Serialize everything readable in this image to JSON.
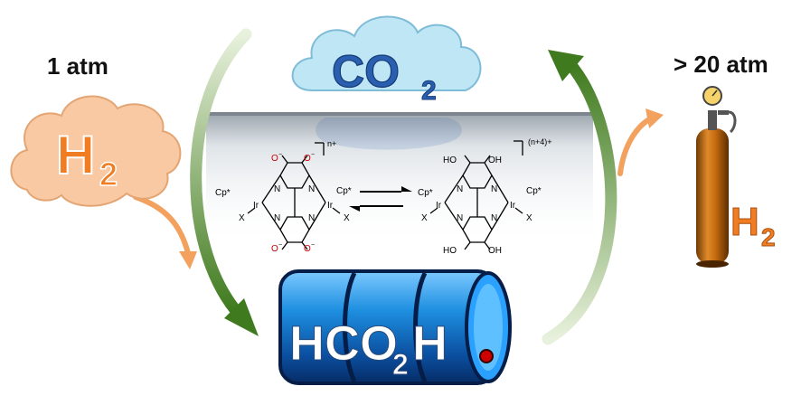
{
  "labels": {
    "low_pressure": "1 atm",
    "high_pressure": "> 20 atm"
  },
  "molecules": {
    "co2_main": "CO",
    "co2_sub": "2",
    "h2_left_main": "H",
    "h2_left_sub": "2",
    "h2_right_main": "H",
    "h2_right_sub": "2",
    "formic_a": "HCO",
    "formic_sub": "2",
    "formic_b": "H"
  },
  "complex_left": {
    "charge": "n+",
    "cp_left": "Cp*",
    "cp_right": "Cp*",
    "ir_left": "Ir",
    "ir_right": "Ir",
    "x_left": "X",
    "x_right": "X",
    "o_top_left": "O",
    "o_top_right": "O",
    "o_bot_left": "O",
    "o_bot_right": "O",
    "neg": "−",
    "n": "N"
  },
  "complex_right": {
    "charge": "(n+4)+",
    "cp_left": "Cp*",
    "cp_right": "Cp*",
    "ir_left": "Ir",
    "ir_right": "Ir",
    "x_left": "X",
    "x_right": "X",
    "oh_top_left": "HO",
    "oh_top_right": "OH",
    "oh_bot_left": "HO",
    "oh_bot_right": "OH",
    "n": "N"
  },
  "colors": {
    "cloud_blue": "#bfe6f5",
    "cloud_orange": "#f8c9a3",
    "co2_text": "#2a5fb0",
    "h2_text": "#f07d22",
    "green_arrow": "#4f8a2a",
    "orange_arrow": "#f2a25e",
    "drum_blue": "#1e8fe0",
    "cylinder": "#c56a10",
    "oxide_red": "#cc0000"
  }
}
